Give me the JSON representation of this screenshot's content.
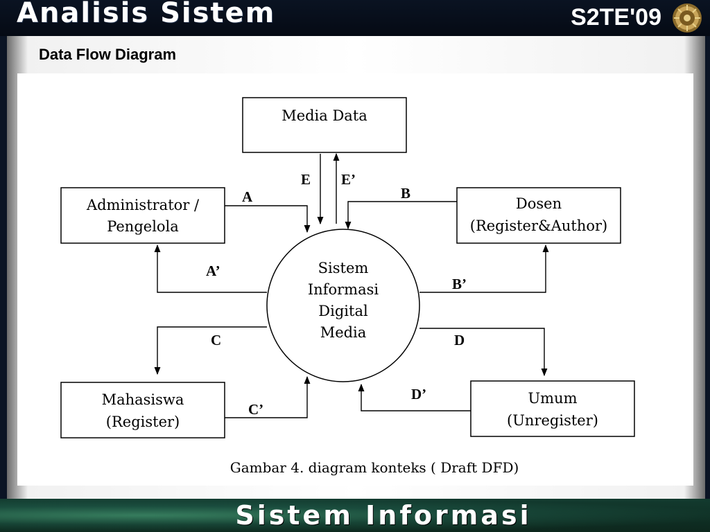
{
  "header": {
    "title": "Analisis Sistem",
    "code": "S2TE'09",
    "emblem_icon": "university-emblem-icon"
  },
  "slide": {
    "subtitle": "Data Flow Diagram"
  },
  "diagram": {
    "entities": {
      "media_data": "Media Data",
      "admin_line1": "Administrator /",
      "admin_line2": "Pengelola",
      "dosen_line1": "Dosen",
      "dosen_line2": "(Register&Author)",
      "mahasiswa_line1": "Mahasiswa",
      "mahasiswa_line2": "(Register)",
      "umum_line1": "Umum",
      "umum_line2": "(Unregister)"
    },
    "process": {
      "line1": "Sistem",
      "line2": "Informasi",
      "line3": "Digital",
      "line4": "Media"
    },
    "flows": {
      "a": "A",
      "a_prime": "A’",
      "b": "B",
      "b_prime": "B’",
      "c": "C",
      "c_prime": "C’",
      "d": "D",
      "d_prime": "D’",
      "e": "E",
      "e_prime": "E’"
    },
    "caption": "Gambar 4. diagram konteks ( Draft DFD)"
  },
  "footer": {
    "text": "Sistem Informasi"
  }
}
